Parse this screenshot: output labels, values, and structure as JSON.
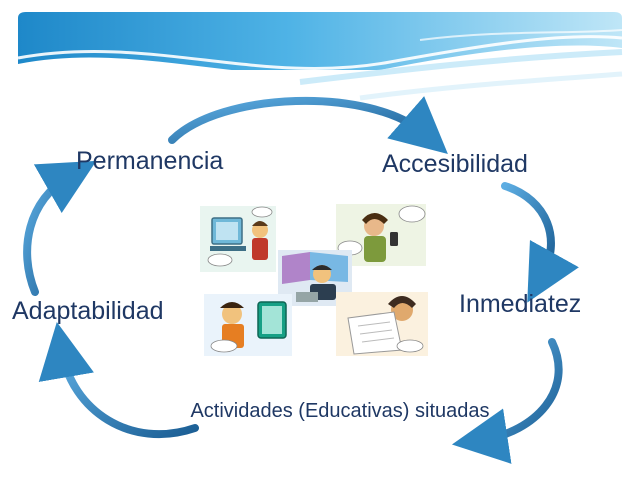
{
  "diagram": {
    "nodes": {
      "permanencia": "Permanencia",
      "accesibilidad": "Accesibilidad",
      "inmediatez": "Inmediatez",
      "actividades": "Actividades (Educativas) situadas",
      "adaptabilidad": "Adaptabilidad"
    },
    "cycle_order": [
      "permanencia",
      "accesibilidad",
      "inmediatez",
      "actividades",
      "adaptabilidad"
    ],
    "colors": {
      "label_text": "#1f3864",
      "arrow": "#2e86c1",
      "arrow_dark": "#1b5e94",
      "banner_light": "#dff2fb",
      "banner_mid": "#7cc4e8",
      "banner_dark": "#1e88c9"
    },
    "center_image": {
      "icon": "students-computers-collage"
    }
  }
}
